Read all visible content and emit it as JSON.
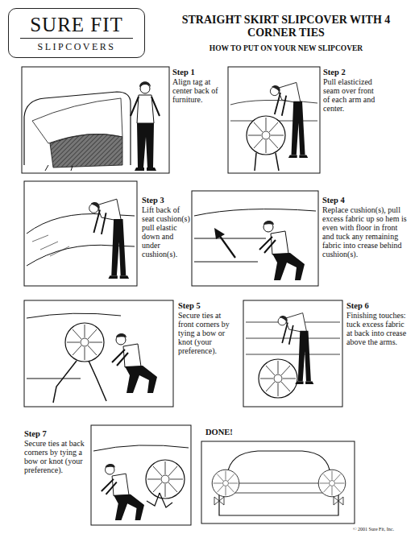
{
  "diagram": {
    "title": "STRAIGHT SKIRT SLIPCOVER WITH 4 CORNER TIES",
    "caption": "HOW TO PUT ON YOUR NEW SLIPCOVER",
    "nodes": [
      {
        "text": [
          "SURE FIT",
          "SLIPCOVERS"
        ]
      },
      {
        "text": [
          "Step 1",
          "Align tag at center back of furniture."
        ]
      },
      {
        "text": [
          "Step 2",
          "Pull elasticized seam over front of each arm and center."
        ]
      },
      {
        "text": [
          "Step 3",
          "Lift back of seat cushion(s) pull elastic down and under cushion(s)."
        ]
      },
      {
        "text": [
          "Step 4",
          "Replace cushion(s), pull excess fabric up so hem is even with floor in front and tuck any remaining fabric into crease behind cushion(s)."
        ]
      },
      {
        "text": [
          "Step 5",
          "Secure ties at front corners by tying a bow or knot (your preference)."
        ]
      },
      {
        "text": [
          "Step 6",
          "Finishing touches: tuck excess fabric at back into crease above the arms."
        ]
      },
      {
        "text": [
          "Step 7",
          "Secure ties at back corners by tying a bow or knot (your preference)."
        ]
      },
      {
        "text": [
          "DONE!"
        ]
      }
    ],
    "labels": [
      "© 2001 Sure Fit, Inc."
    ]
  }
}
